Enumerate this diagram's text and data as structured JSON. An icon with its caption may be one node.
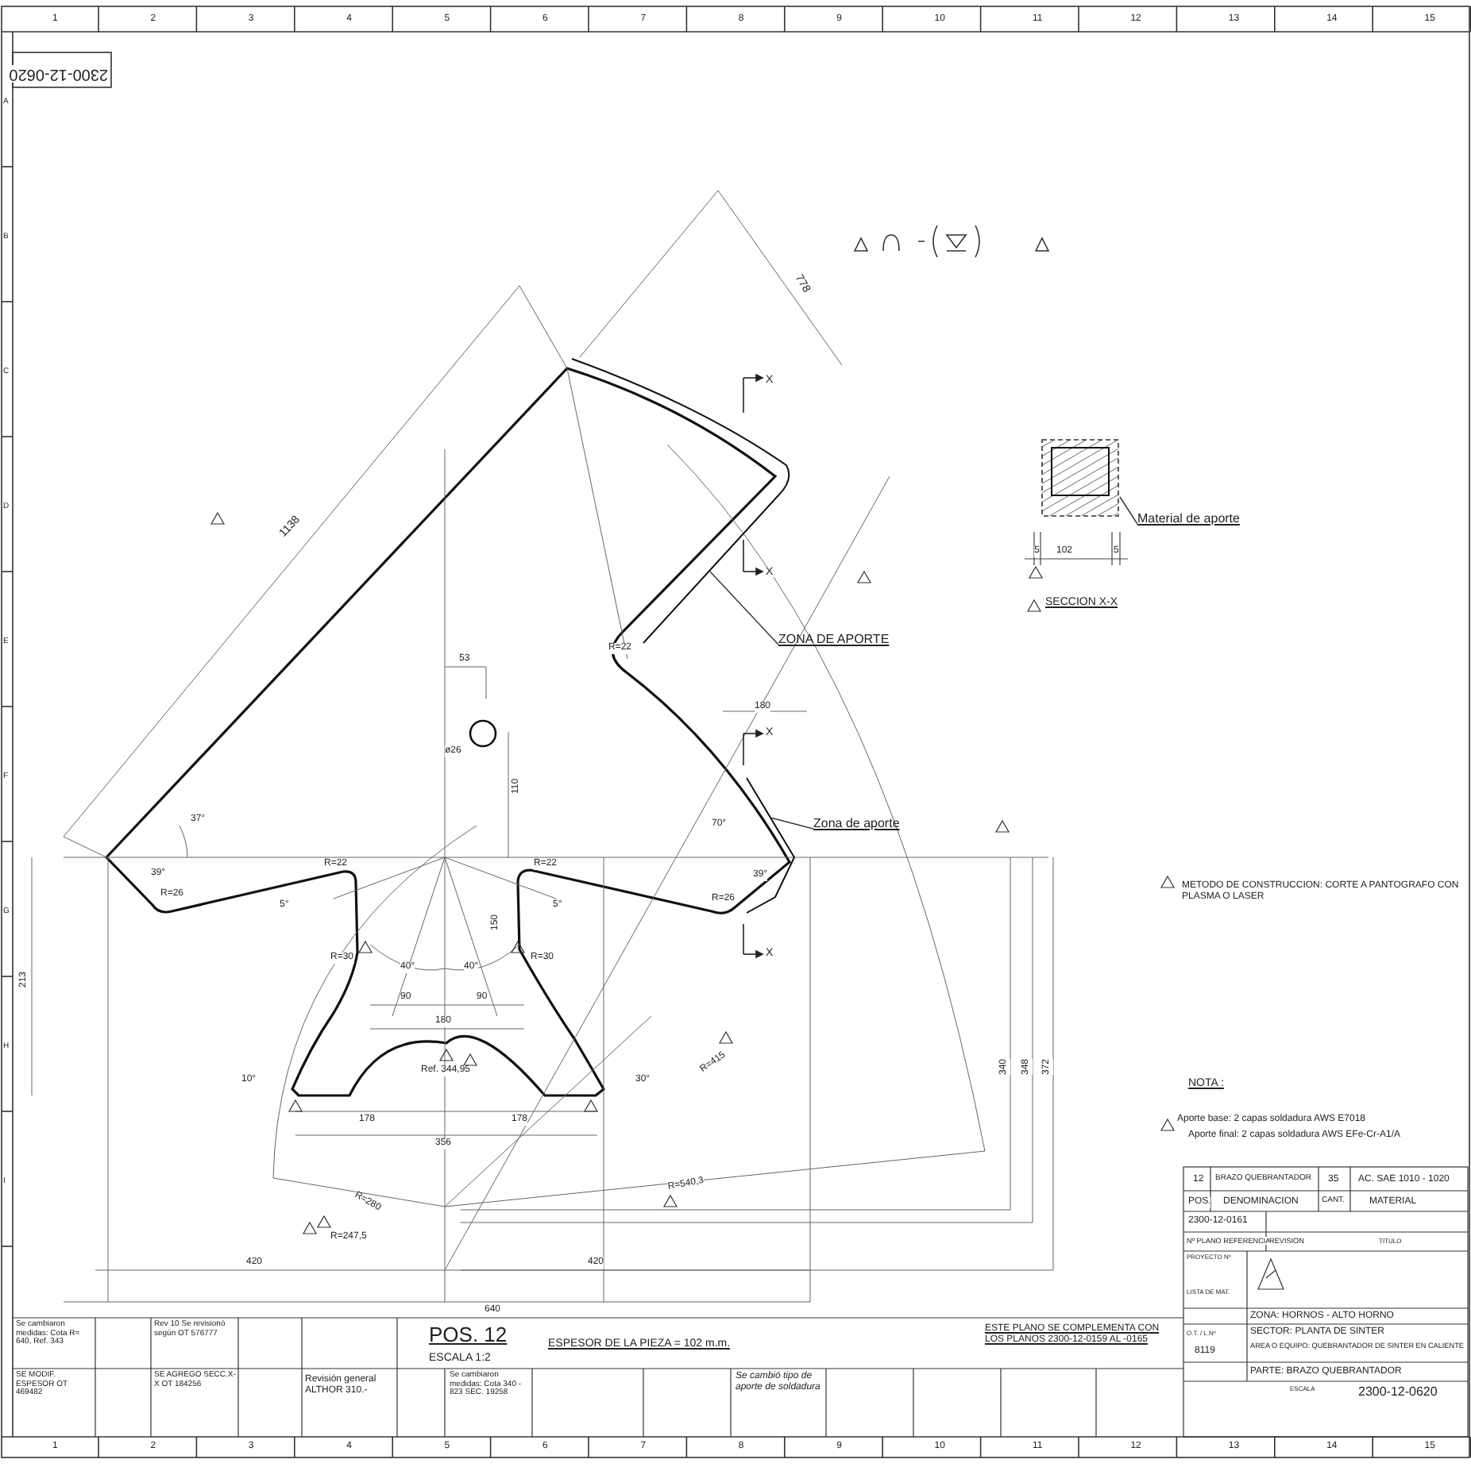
{
  "diagram": {
    "nodes": [
      {
        "text": [
          "Material de aporte"
        ]
      },
      {
        "text": [],
        "shape": "box"
      },
      {
        "text": [
          "ZONA DE APORTE"
        ]
      },
      {
        "text": [
          "Zona de aporte"
        ]
      },
      {
        "text": [],
        "shape": "bar"
      },
      {
        "text": [],
        "shape": "bar"
      }
    ],
    "edges": [
      {
        "from": 0,
        "to": 1,
        "arrow": "none"
      },
      {
        "from": 2,
        "to": 4,
        "arrow": "none"
      },
      {
        "from": 3,
        "to": 5,
        "arrow": "none"
      }
    ],
    "labels": [
      "2300-12-0620",
      "1",
      "2",
      "3",
      "4",
      "5",
      "6",
      "7",
      "8",
      "9",
      "10",
      "11",
      "12",
      "13",
      "14",
      "15",
      "A",
      "B",
      "C",
      "D",
      "E",
      "F",
      "G",
      "H",
      "I",
      "778",
      "1138",
      "53",
      "ø26",
      "110",
      "37°",
      "R=22",
      "180",
      "70°",
      "39°",
      "R=26",
      "5°",
      "R=22",
      "R=22",
      "5°",
      "R=26",
      "39°",
      "150",
      "R=30",
      "40°",
      "40°",
      "R=30",
      "90",
      "90",
      "180",
      "Ref. 344,95",
      "10°",
      "30°",
      "178",
      "178",
      "356",
      "R=415",
      "R=540,3",
      "R=280",
      "R=247,5",
      "420",
      "420",
      "640",
      "213",
      "340",
      "348",
      "372",
      "X",
      "X",
      "X",
      "X",
      "5",
      "102",
      "5",
      "SECCION X-X",
      "METODO DE CONSTRUCCION: CORTE A PANTOGRAFO CON PLASMA O LASER",
      "NOTA :",
      "Aporte base: 2 capas soldadura AWS E7018",
      "Aporte final: 2 capas soldadura AWS EFe-Cr-A1/A",
      "12",
      "BRAZO QUEBRANTADOR",
      "35",
      "AC. SAE 1010 - 1020",
      "POS.",
      "DENOMINACION",
      "CANT.",
      "MATERIAL",
      "2300-12-0161",
      "Nº PLANO REFERENCIA",
      "REVISION",
      "TITULO",
      "PROYECTO Nº",
      "LISTA DE MAT.",
      "Se cambiaron medidas: Cota R= 640, Ref. 343",
      "Rev 10 Se revisionó según OT 576777",
      "POS. 12",
      "ESCALA 1:2",
      "ESPESOR DE LA PIEZA = 102 m.m.",
      "ESTE PLANO SE COMPLEMENTA CON LOS PLANOS 2300-12-0159 AL -0165",
      "ZONA: HORNOS - ALTO HORNO",
      "O.T. / L.Nº",
      "8119",
      "SECTOR: PLANTA DE SINTER",
      "AREA O EQUIPO: QUEBRANTADOR DE SINTER EN CALIENTE",
      "SE MODIF. ESPESOR OT 469482",
      "SE AGREGO SECC.X-X OT 184256",
      "Revisión general ALTHOR 310.-",
      "Se cambiaron medidas: Cota 340 - 823 SEC. 19258",
      "Se cambió tipo de aporte de soldadura",
      "PARTE: BRAZO QUEBRANTADOR",
      "ESCALA",
      "2300-12-0620",
      "1",
      "2",
      "3",
      "4",
      "5",
      "6",
      "7",
      "8",
      "9",
      "10",
      "11",
      "12",
      "13",
      "14",
      "15"
    ]
  }
}
